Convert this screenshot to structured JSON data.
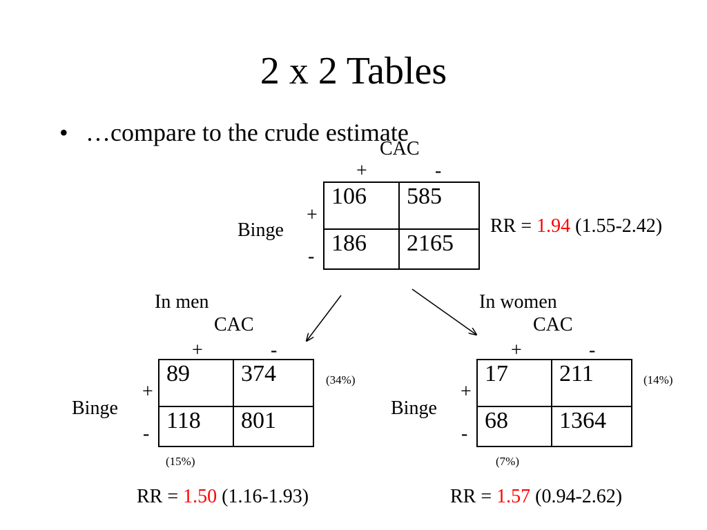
{
  "slide": {
    "title": "2 x 2 Tables",
    "bullet_marker": "•",
    "bullet_text": "…compare to the crude estimate"
  },
  "crude": {
    "column_header": "CAC",
    "col_plus": "+",
    "col_minus": "-",
    "row_label": "Binge",
    "row_plus": "+",
    "row_minus": "-",
    "cells": [
      [
        "106",
        "585"
      ],
      [
        "186",
        "2165"
      ]
    ],
    "rr_prefix": "RR = ",
    "rr_value": "1.94",
    "rr_ci": " (1.55-2.42)"
  },
  "men": {
    "subgroup_label": "In men",
    "column_header": "CAC",
    "col_plus": "+",
    "col_minus": "-",
    "row_label": "Binge",
    "row_plus": "+",
    "row_minus": "-",
    "cells": [
      [
        "89",
        "374"
      ],
      [
        "118",
        "801"
      ]
    ],
    "row_percent": "(34%)",
    "col_percent": "(15%)",
    "rr_prefix": "RR = ",
    "rr_value": "1.50",
    "rr_ci": " (1.16-1.93)"
  },
  "women": {
    "subgroup_label": "In women",
    "column_header": "CAC",
    "col_plus": "+",
    "col_minus": "-",
    "row_label": "Binge",
    "row_plus": "+",
    "row_minus": "-",
    "cells": [
      [
        "17",
        "211"
      ],
      [
        "68",
        "1364"
      ]
    ],
    "row_percent": "(14%)",
    "col_percent": "(7%)",
    "rr_prefix": "RR = ",
    "rr_value": "1.57",
    "rr_ci": " (0.94-2.62)"
  },
  "colors": {
    "highlight": "#ff0000",
    "text": "#000000"
  }
}
